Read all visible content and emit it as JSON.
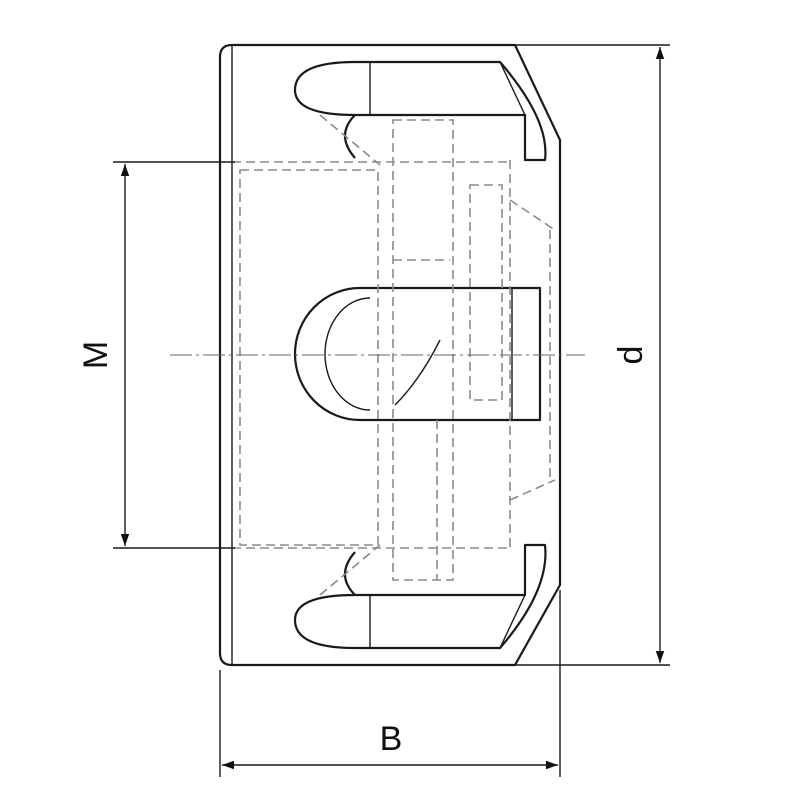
{
  "drawing": {
    "labels": {
      "thread_diameter": "M",
      "outer_diameter": "d",
      "width": "B"
    }
  }
}
